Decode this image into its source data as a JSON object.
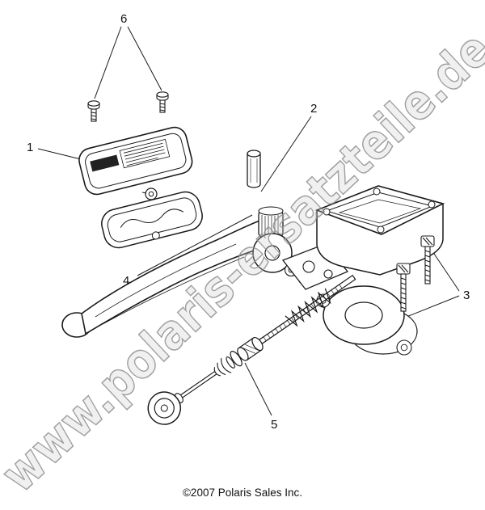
{
  "colors": {
    "background": "#ffffff",
    "line": "#1a1a1a",
    "watermark": "#9b9b9b"
  },
  "watermark": {
    "text": "www.polaris-ersatzteile.de"
  },
  "footer": {
    "copyright": "©2007 Polaris Sales Inc."
  },
  "callouts": {
    "c1": "1",
    "c2": "2",
    "c3": "3",
    "c4": "4",
    "c5": "5",
    "c6": "6"
  }
}
